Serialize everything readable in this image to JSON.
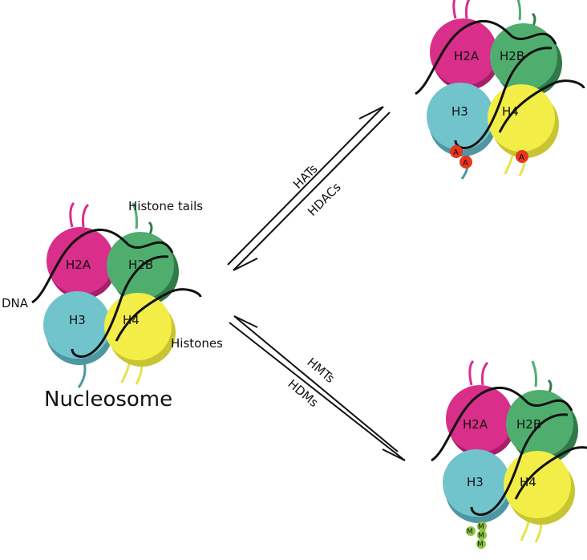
{
  "colors": {
    "h2a": "#d92e8a",
    "h2a_dark": "#a61f68",
    "h2b": "#4fae6e",
    "h2b_dark": "#2f7a48",
    "h3": "#72c4cc",
    "h3_dark": "#4f96a0",
    "h4": "#f2ed47",
    "h4_dark": "#c9c432",
    "dna": "#111111",
    "acetyl": "#e8351e",
    "methyl": "#8cc63f"
  },
  "labels": {
    "dna": "DNA",
    "histone_tails": "Histone tails",
    "histones": "Histones",
    "nucleosome": "Nucleosome"
  },
  "histones": {
    "h2a": "H2A",
    "h2b": "H2B",
    "h3": "H3",
    "h4": "H4"
  },
  "enzymes": {
    "hats": "HATs",
    "hdacs": "HDACs",
    "hmts": "HMTs",
    "hdms": "HDMs"
  },
  "marks": {
    "acetyl": "A",
    "methyl": "M"
  }
}
